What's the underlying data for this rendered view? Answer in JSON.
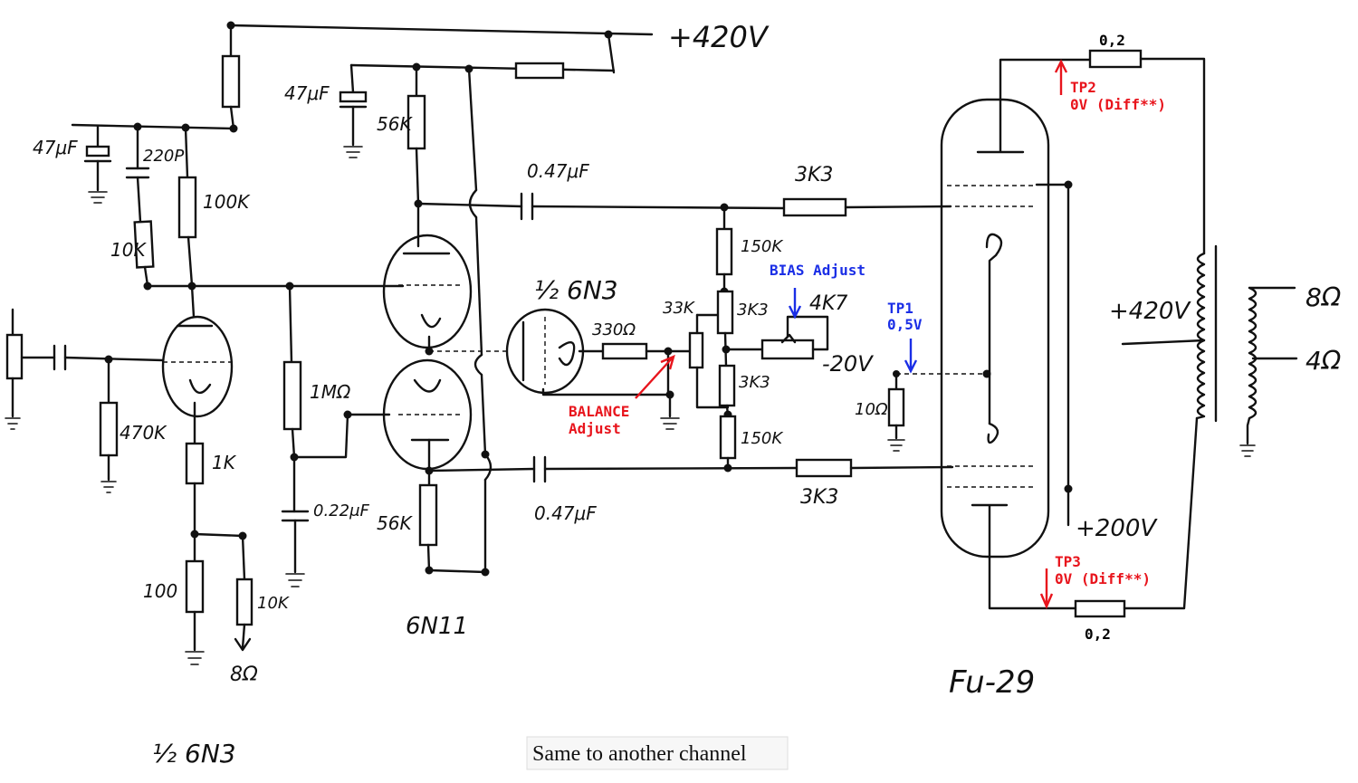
{
  "supply": {
    "b_plus_top": "+420V",
    "b_plus_transformer": "+420V",
    "screen_voltage": "+200V",
    "bias_voltage": "-20V"
  },
  "tubes": {
    "input": "½ 6N3",
    "driver": "6N11",
    "inverter": "½ 6N3",
    "output": "Fu-29"
  },
  "components": {
    "cap_47u_left": "47μF",
    "cap_220p": "220P",
    "res_100k": "100K",
    "res_10k_top": "10K",
    "res_470k": "470K",
    "res_1k": "1K",
    "res_100": "100",
    "res_10k_fb": "10K",
    "fb_label": "8Ω",
    "cap_47u_mid": "47μF",
    "res_56k_top": "56K",
    "res_1m": "1MΩ",
    "cap_022u": "0.22μF",
    "res_56k_bot": "56K",
    "cap_047u_top": "0.47μF",
    "cap_047u_bot": "0.47μF",
    "res_330": "330Ω",
    "pot_33k": "33K",
    "res_150k_top": "150K",
    "res_3k3_a": "3K3",
    "res_3k3_b": "3K3",
    "res_150k_bot": "150K",
    "pot_4k7": "4K7",
    "res_3k3_grid_top": "3K3",
    "res_3k3_grid_bot": "3K3",
    "res_10r": "10Ω",
    "res_02_top": "0,2",
    "res_02_bot": "0,2",
    "out_8r": "8Ω",
    "out_4r": "4Ω"
  },
  "annotations": {
    "tp2_name": "TP2",
    "tp2_value": "0V (Diff**)",
    "tp1_name": "TP1",
    "tp1_value": "0,5V",
    "tp3_name": "TP3",
    "tp3_value": "0V (Diff**)",
    "bias_adjust": "BIAS Adjust",
    "balance_line1": "BALANCE",
    "balance_line2": "Adjust"
  },
  "caption": "Same to another channel",
  "colors": {
    "annotation_red": "#e8141c",
    "annotation_blue": "#1a2ee6",
    "ink": "#111111"
  }
}
